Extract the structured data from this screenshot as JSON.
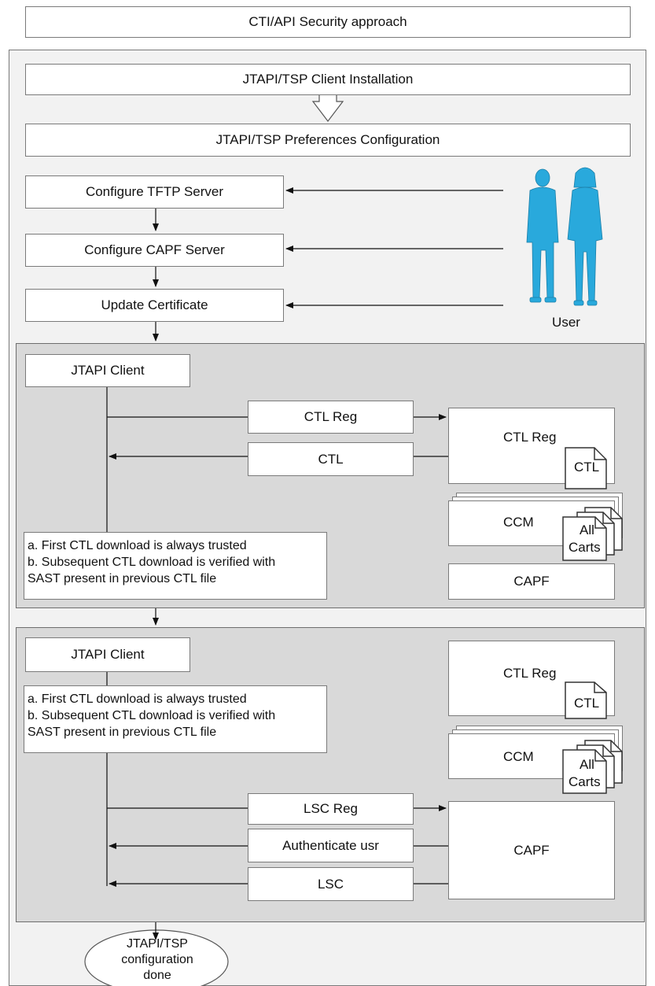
{
  "title": "CTI/API Security approach",
  "client_installation": "JTAPI/TSP Client Installation",
  "preferences_configuration": "JTAPI/TSP Preferences Configuration",
  "steps": [
    "Configure TFTP Server",
    "Configure CAPF Server",
    "Update Certificate"
  ],
  "user_label": "User",
  "panel1": {
    "client": "JTAPI Client",
    "messages": [
      "CTL Reg",
      "CTL"
    ],
    "ctl_reg_box": "CTL Reg",
    "ctl_doc": "CTL",
    "ccm_box": "CCM",
    "certs_doc_line1": "All",
    "certs_doc_line2": "Carts",
    "capf_box": "CAPF",
    "note": [
      "a. First CTL download is always trusted",
      "b. Subsequent CTL download is verified with",
      "SAST present in previous CTL file"
    ]
  },
  "panel2": {
    "client": "JTAPI Client",
    "note": [
      "a. First CTL download is always trusted",
      "b. Subsequent CTL download is verified with",
      "SAST present in previous CTL file"
    ],
    "ctl_reg_box": "CTL Reg",
    "ctl_doc": "CTL",
    "ccm_box": "CCM",
    "certs_doc_line1": "All",
    "certs_doc_line2": "Carts",
    "messages": [
      "LSC Reg",
      "Authenticate usr",
      "LSC"
    ],
    "capf_box": "CAPF"
  },
  "done_line1": "JTAPI/TSP",
  "done_line2": "configuration",
  "done_line3": "done",
  "colors": {
    "panel": "#d9d9d9",
    "outer": "#f2f2f2",
    "user_figure": "#29a9dc",
    "stroke": "#7a7a7a"
  }
}
